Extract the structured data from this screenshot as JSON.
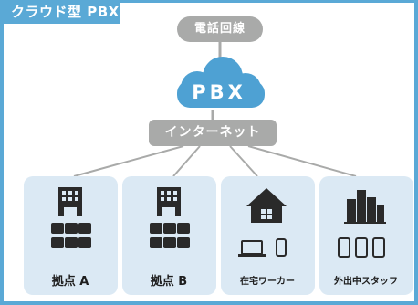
{
  "title": "クラウド型 PBX",
  "top_node": "電話回線",
  "cloud_label": "PBX",
  "network_label": "インターネット",
  "sites": [
    {
      "label": "拠点 A",
      "icon": "building-with-phones-icon"
    },
    {
      "label": "拠点 B",
      "icon": "building-with-phones-icon"
    },
    {
      "label": "在宅ワーカー",
      "icon": "house-laptop-phone-icon"
    },
    {
      "label": "外出中スタッフ",
      "icon": "city-smartphones-icon"
    }
  ],
  "colors": {
    "frame": "#5aa9d6",
    "cloud": "#4ea1d3",
    "pill": "#a9aaa9",
    "card": "#dbe9f4",
    "icon": "#2a2a2a"
  }
}
